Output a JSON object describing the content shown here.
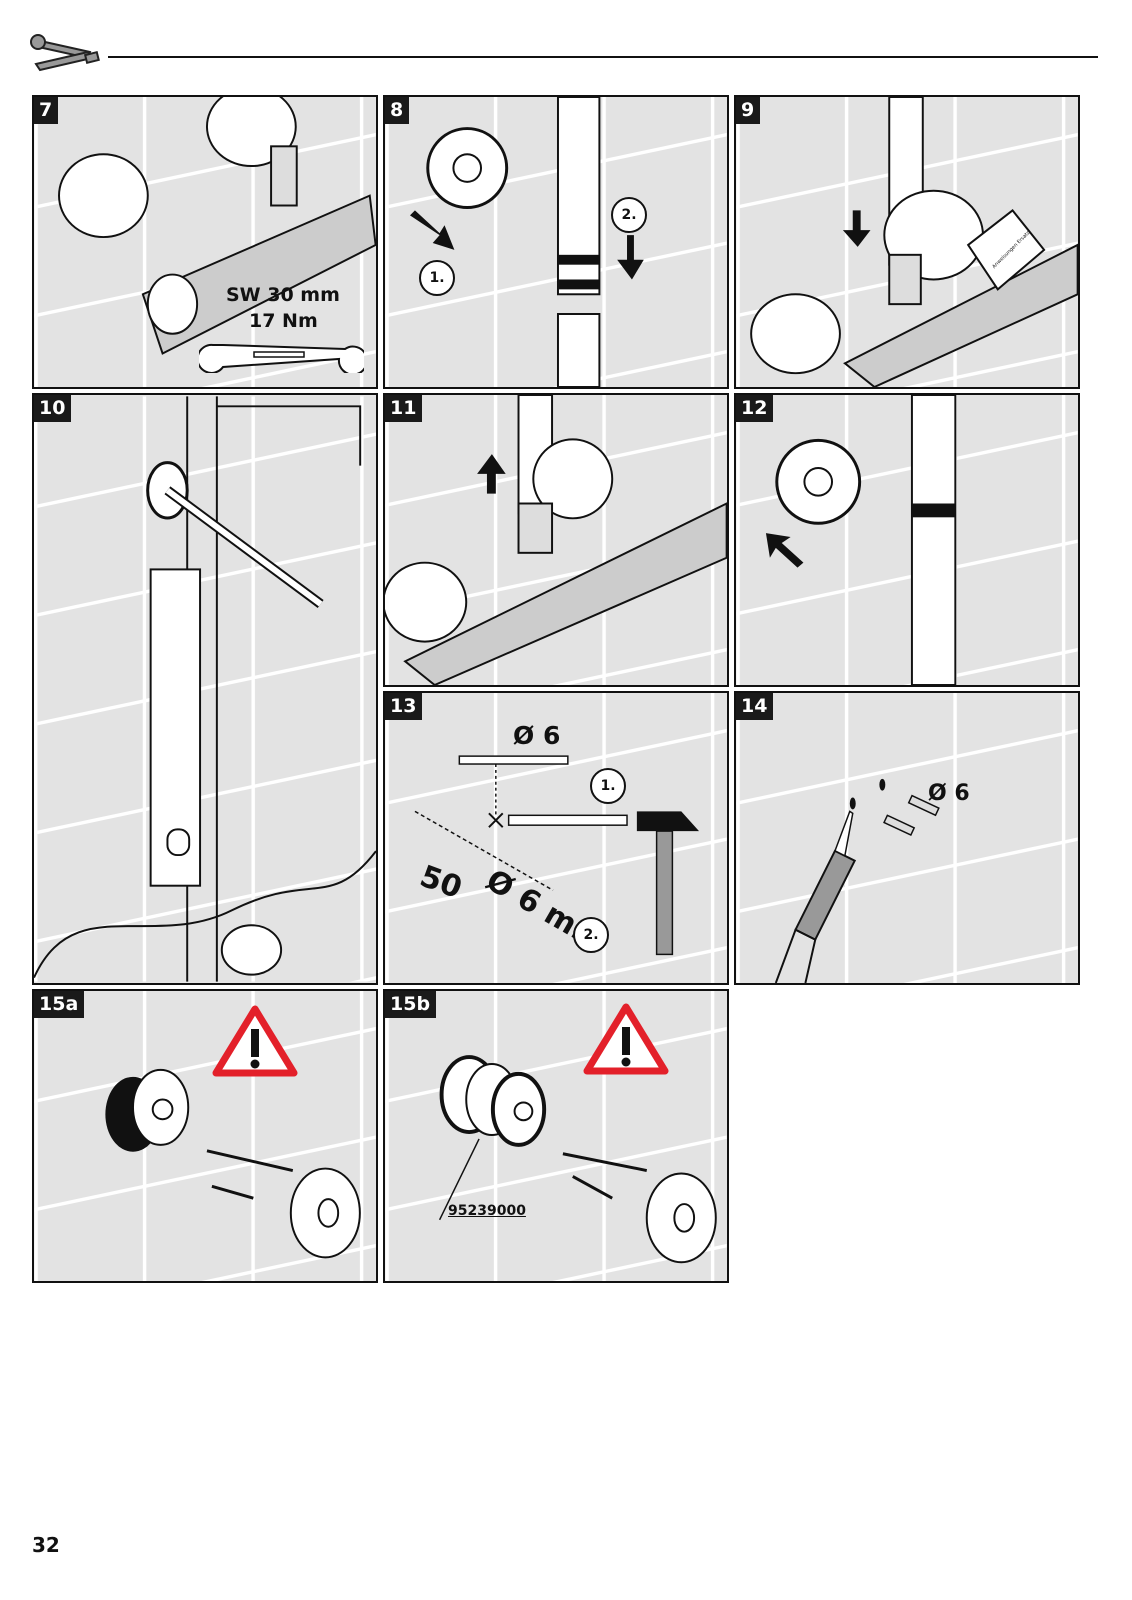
{
  "header": {
    "icon": "wrench-screwdriver-icon"
  },
  "steps": {
    "s7": {
      "label": "7",
      "wrench_size": "SW 30 mm",
      "torque": "17 Nm"
    },
    "s8": {
      "label": "8",
      "step1": "1.",
      "step2": "2."
    },
    "s9": {
      "label": "9",
      "tag_text": "Anweisungen Ersatz"
    },
    "s10": {
      "label": "10"
    },
    "s11": {
      "label": "11"
    },
    "s12": {
      "label": "12"
    },
    "s13": {
      "label": "13",
      "drill_diameter": "Ø 6",
      "depth": "50",
      "bit": "Ø 6 mm",
      "step1": "1.",
      "step2": "2."
    },
    "s14": {
      "label": "14",
      "dowel_diameter": "Ø 6"
    },
    "s15a": {
      "label": "15a"
    },
    "s15b": {
      "label": "15b",
      "part_number": "95239000"
    }
  },
  "colors": {
    "warning_red": "#e3202a",
    "tile": "#e6e6e6",
    "ink": "#111111"
  },
  "page_number": "32"
}
